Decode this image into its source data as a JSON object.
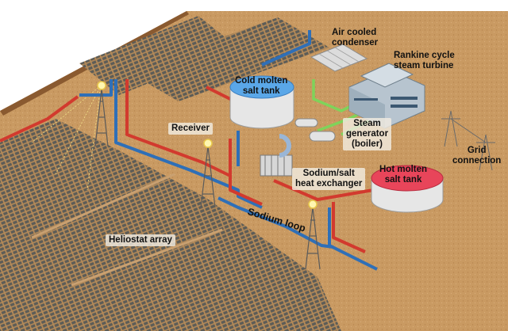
{
  "labels": {
    "air_cooled_condenser": [
      "Air cooled",
      "condenser"
    ],
    "rankine_cycle": [
      "Rankine cycle",
      "steam turbine"
    ],
    "cold_tank": [
      "Cold molten",
      "salt tank"
    ],
    "receiver": "Receiver",
    "steam_generator": [
      "Steam",
      "generator",
      "(boiler)"
    ],
    "grid_connection": [
      "Grid",
      "connection"
    ],
    "hot_tank": [
      "Hot molten",
      "salt tank"
    ],
    "heat_exchanger": [
      "Sodium/salt",
      "heat exchanger"
    ],
    "sodium_loop": "Sodium loop",
    "heliostat_array": "Heliostat array"
  },
  "colors": {
    "ground": "#c99a62",
    "ground_edge": "#8a5a30",
    "heliostat_panel": "#5c5c57",
    "hot_pipe": "#d23a2e",
    "cold_pipe": "#2f6fb7",
    "steam_pipe": "#7fd35a",
    "cold_tank_fill": "#5aa7e8",
    "hot_tank_fill": "#e8455a",
    "building": "#b7c4cf"
  },
  "icons": [
    "tower-icon",
    "sun-receiver-icon",
    "building-icon",
    "tank-icon",
    "pylon-icon",
    "condenser-icon"
  ]
}
